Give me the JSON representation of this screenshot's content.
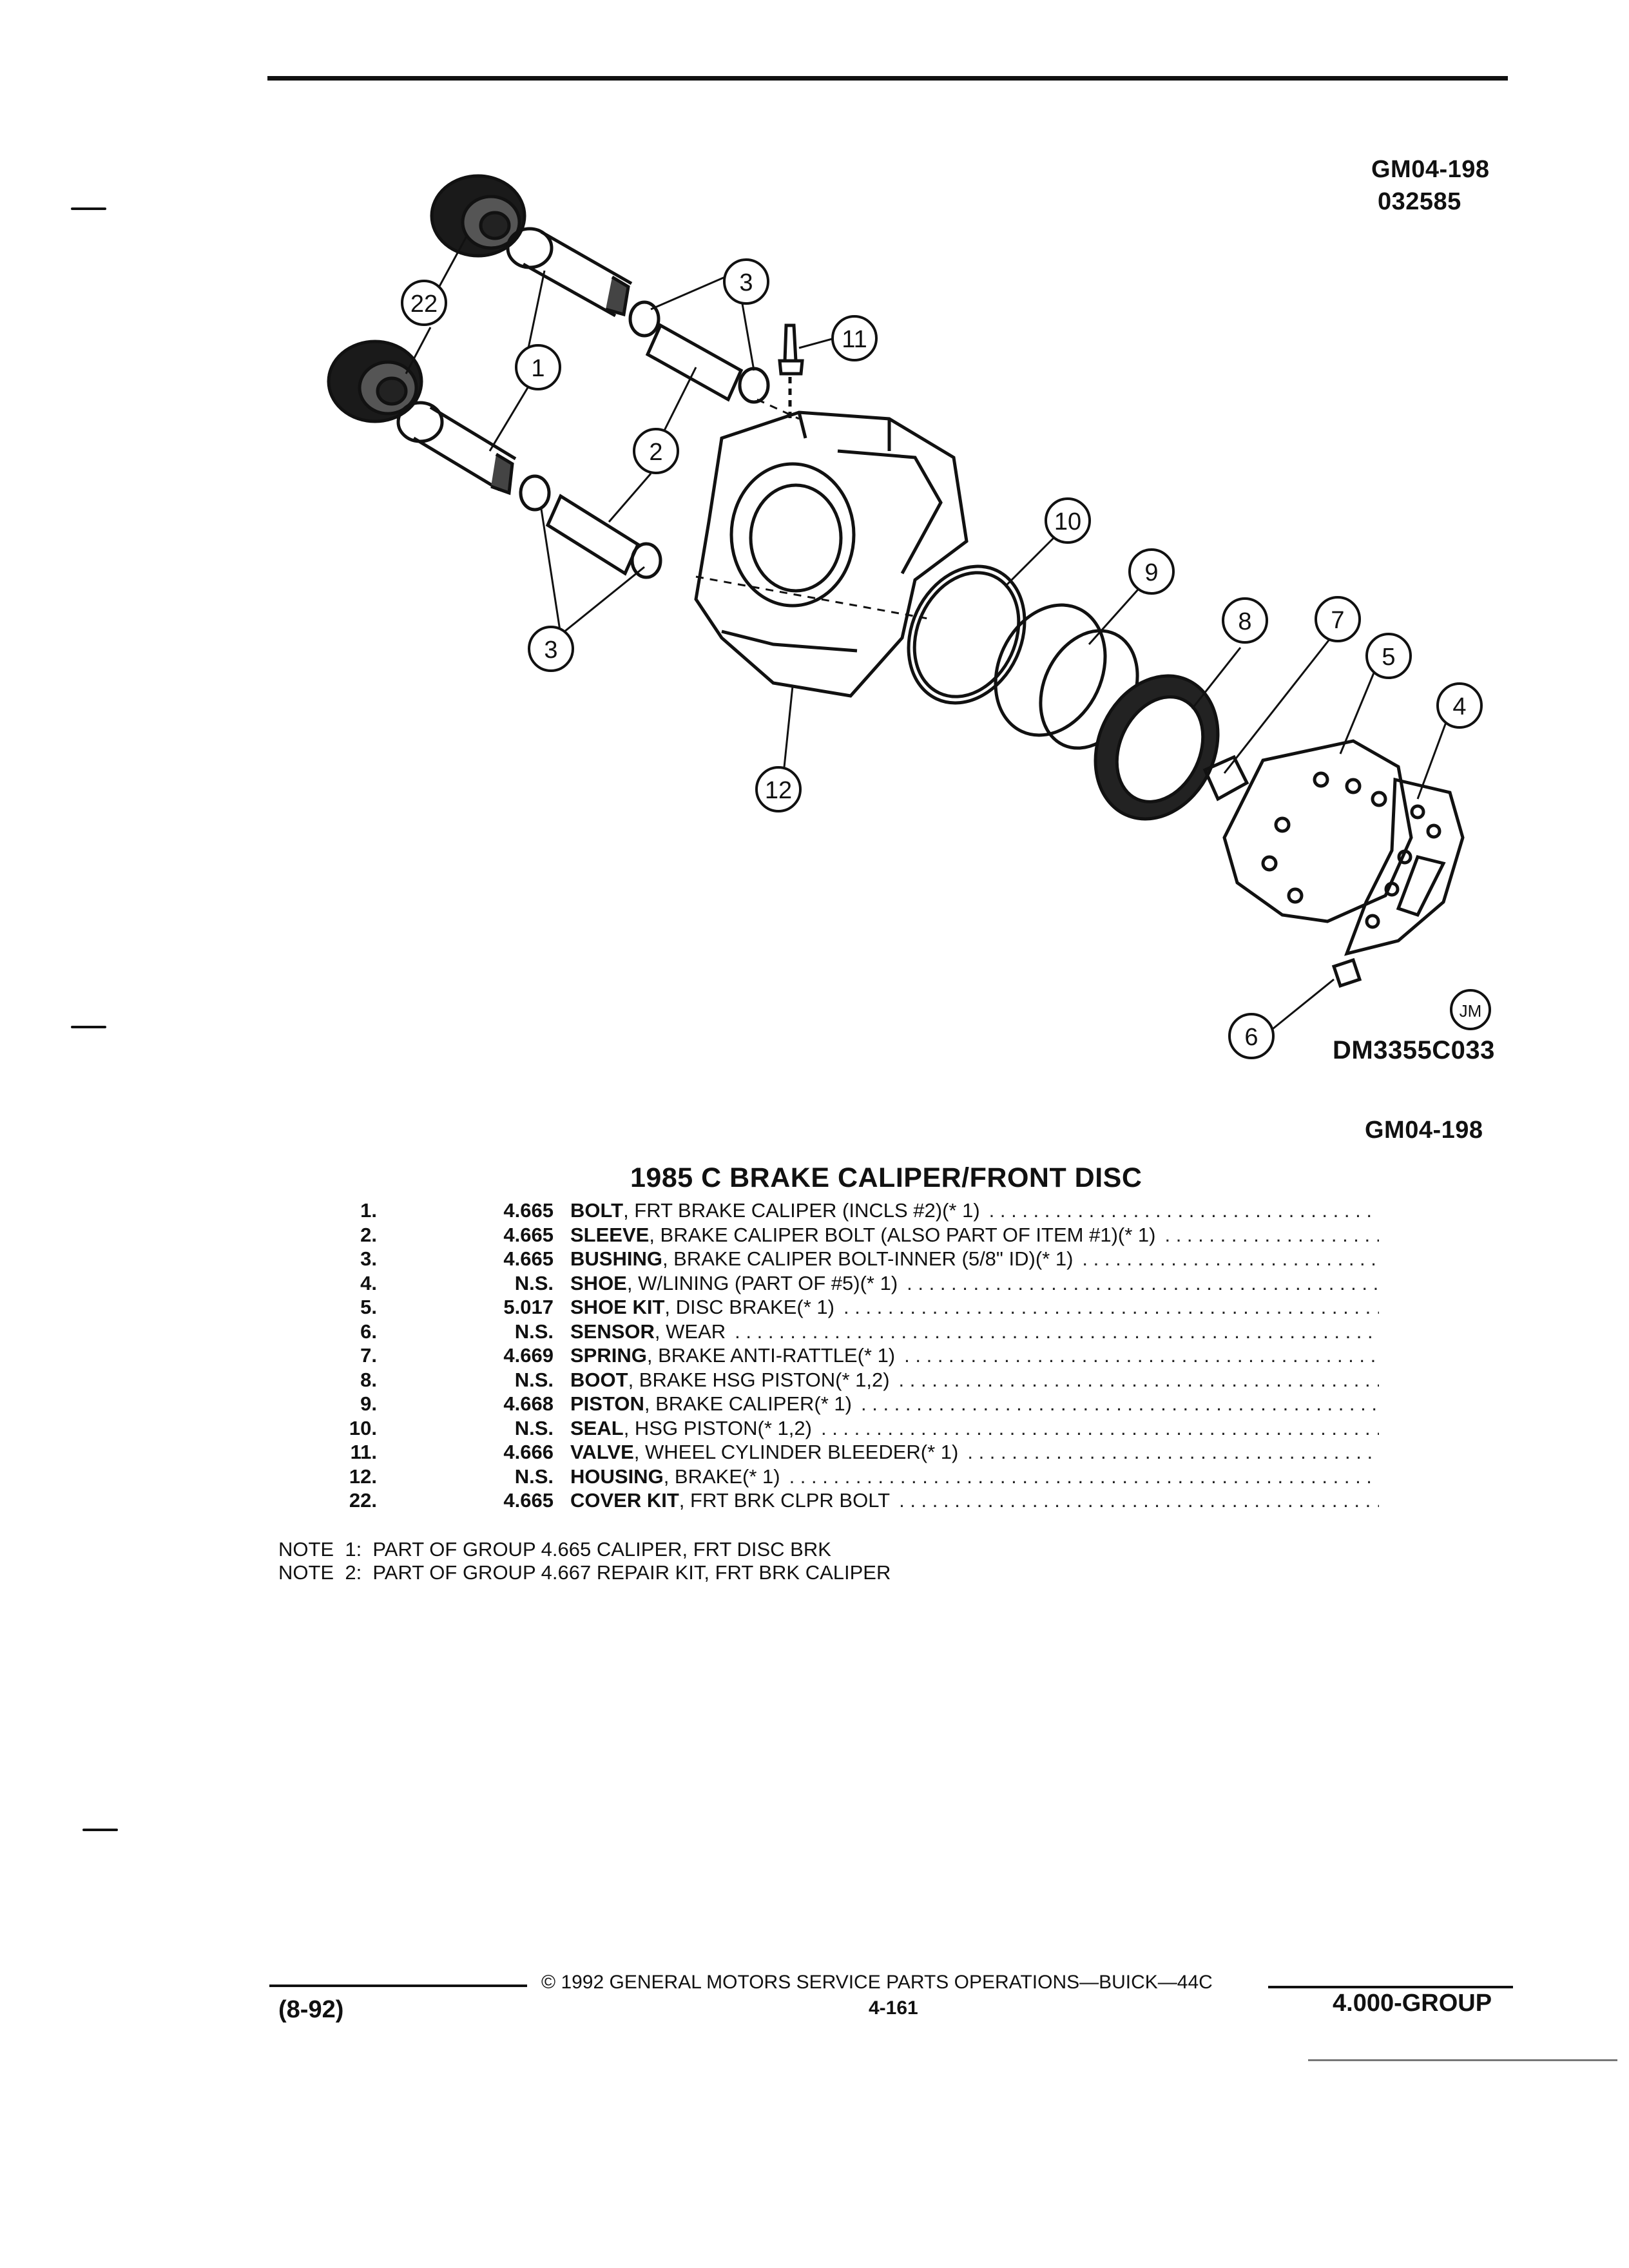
{
  "header": {
    "code_top": "GM04-198",
    "date_code": "032585"
  },
  "diagram": {
    "callouts": [
      "22",
      "1",
      "3",
      "11",
      "2",
      "3",
      "10",
      "9",
      "8",
      "7",
      "5",
      "4",
      "12",
      "6"
    ],
    "logo": "JM",
    "drawing_id": "DM3355C033",
    "code_bottom": "GM04-198"
  },
  "title": "1985 C BRAKE CALIPER/FRONT DISC",
  "parts": [
    {
      "num": "1.",
      "group": "4.665",
      "name": "BOLT",
      "desc": ", FRT BRAKE CALIPER (INCLS #2)(* 1)"
    },
    {
      "num": "2.",
      "group": "4.665",
      "name": "SLEEVE",
      "desc": ", BRAKE CALIPER BOLT (ALSO PART OF ITEM #1)(* 1)"
    },
    {
      "num": "3.",
      "group": "4.665",
      "name": "BUSHING",
      "desc": ", BRAKE CALIPER BOLT-INNER (5/8\" ID)(* 1)"
    },
    {
      "num": "4.",
      "group": "N.S.",
      "name": "SHOE",
      "desc": ", W/LINING (PART OF #5)(* 1)"
    },
    {
      "num": "5.",
      "group": "5.017",
      "name": "SHOE KIT",
      "desc": ", DISC BRAKE(* 1)"
    },
    {
      "num": "6.",
      "group": "N.S.",
      "name": "SENSOR",
      "desc": ", WEAR"
    },
    {
      "num": "7.",
      "group": "4.669",
      "name": "SPRING",
      "desc": ", BRAKE ANTI-RATTLE(* 1)"
    },
    {
      "num": "8.",
      "group": "N.S.",
      "name": "BOOT",
      "desc": ", BRAKE HSG PISTON(* 1,2)"
    },
    {
      "num": "9.",
      "group": "4.668",
      "name": "PISTON",
      "desc": ", BRAKE CALIPER(* 1)"
    },
    {
      "num": "10.",
      "group": "N.S.",
      "name": "SEAL",
      "desc": ", HSG PISTON(* 1,2)"
    },
    {
      "num": "11.",
      "group": "4.666",
      "name": "VALVE",
      "desc": ", WHEEL CYLINDER BLEEDER(* 1)"
    },
    {
      "num": "12.",
      "group": "N.S.",
      "name": "HOUSING",
      "desc": ", BRAKE(* 1)"
    },
    {
      "num": "22.",
      "group": "4.665",
      "name": "COVER KIT",
      "desc": ", FRT BRK CLPR BOLT"
    }
  ],
  "notes": [
    "NOTE  1:  PART OF GROUP 4.665 CALIPER, FRT DISC BRK",
    "NOTE  2:  PART OF GROUP 4.667 REPAIR KIT, FRT BRK CALIPER"
  ],
  "footer": {
    "copyright": "©  1992  GENERAL MOTORS SERVICE PARTS OPERATIONS—BUICK—44C",
    "page_number": "4-161",
    "date": "(8-92)",
    "group": "4.000-GROUP"
  }
}
